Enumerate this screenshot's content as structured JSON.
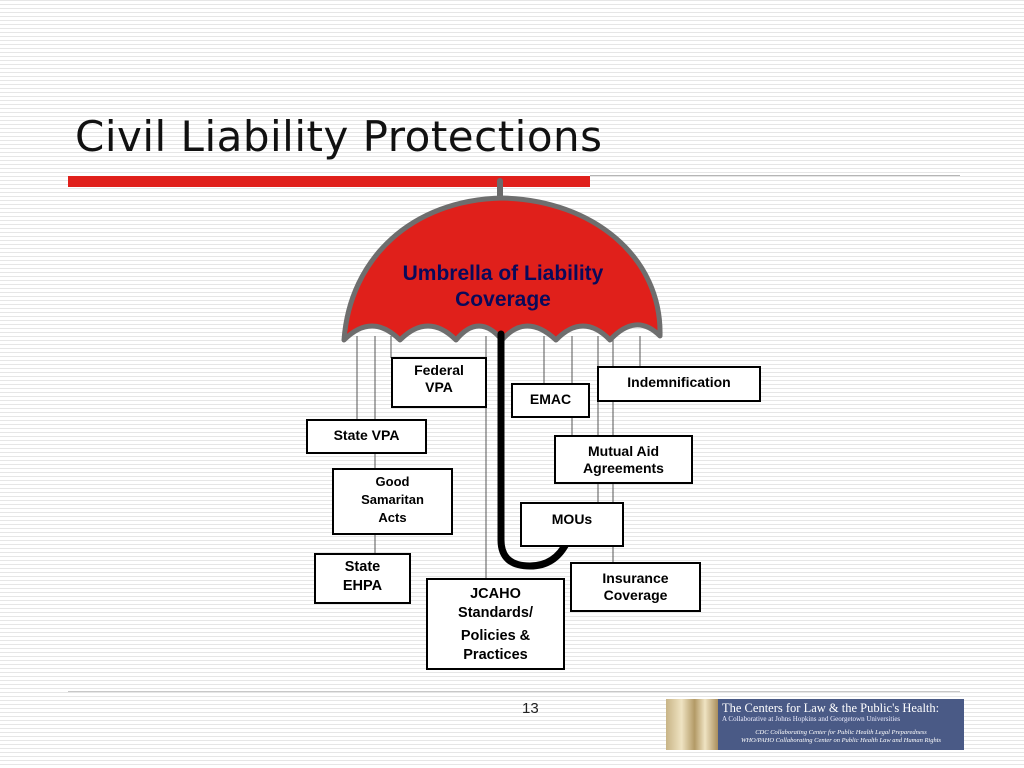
{
  "slide": {
    "title": "Civil Liability Protections",
    "page_number": "13"
  },
  "umbrella": {
    "line1": "Umbrella of Liability",
    "line2": "Coverage",
    "color": "#e0201b"
  },
  "boxes": {
    "federal_vpa": {
      "line1": "Federal",
      "line2": "VPA"
    },
    "state_vpa": {
      "line1": "State VPA"
    },
    "good_samaritan": {
      "line1": "Good",
      "line2": "Samaritan",
      "line3": "Acts"
    },
    "state_ehpa": {
      "line1": "State",
      "line2": "EHPA"
    },
    "jcaho": {
      "line1": "JCAHO",
      "line2": "Standards/",
      "line3": "Policies &",
      "line4": "Practices"
    },
    "emac": {
      "line1": "EMAC"
    },
    "indemnification": {
      "line1": "Indemnification"
    },
    "mutual_aid": {
      "line1": "Mutual Aid",
      "line2": "Agreements"
    },
    "mous": {
      "line1": "MOUs"
    },
    "insurance": {
      "line1": "Insurance",
      "line2": "Coverage"
    }
  },
  "logo": {
    "line1": "The Centers for Law & the Public's Health:",
    "line2": "A Collaborative at Johns Hopkins and Georgetown Universities",
    "line3": "CDC Collaborating Center for Public Health Legal Preparedness",
    "line4": "WHO/PAHO Collaborating Center on Public Health Law and Human Rights",
    "color": "#4a5a86"
  }
}
